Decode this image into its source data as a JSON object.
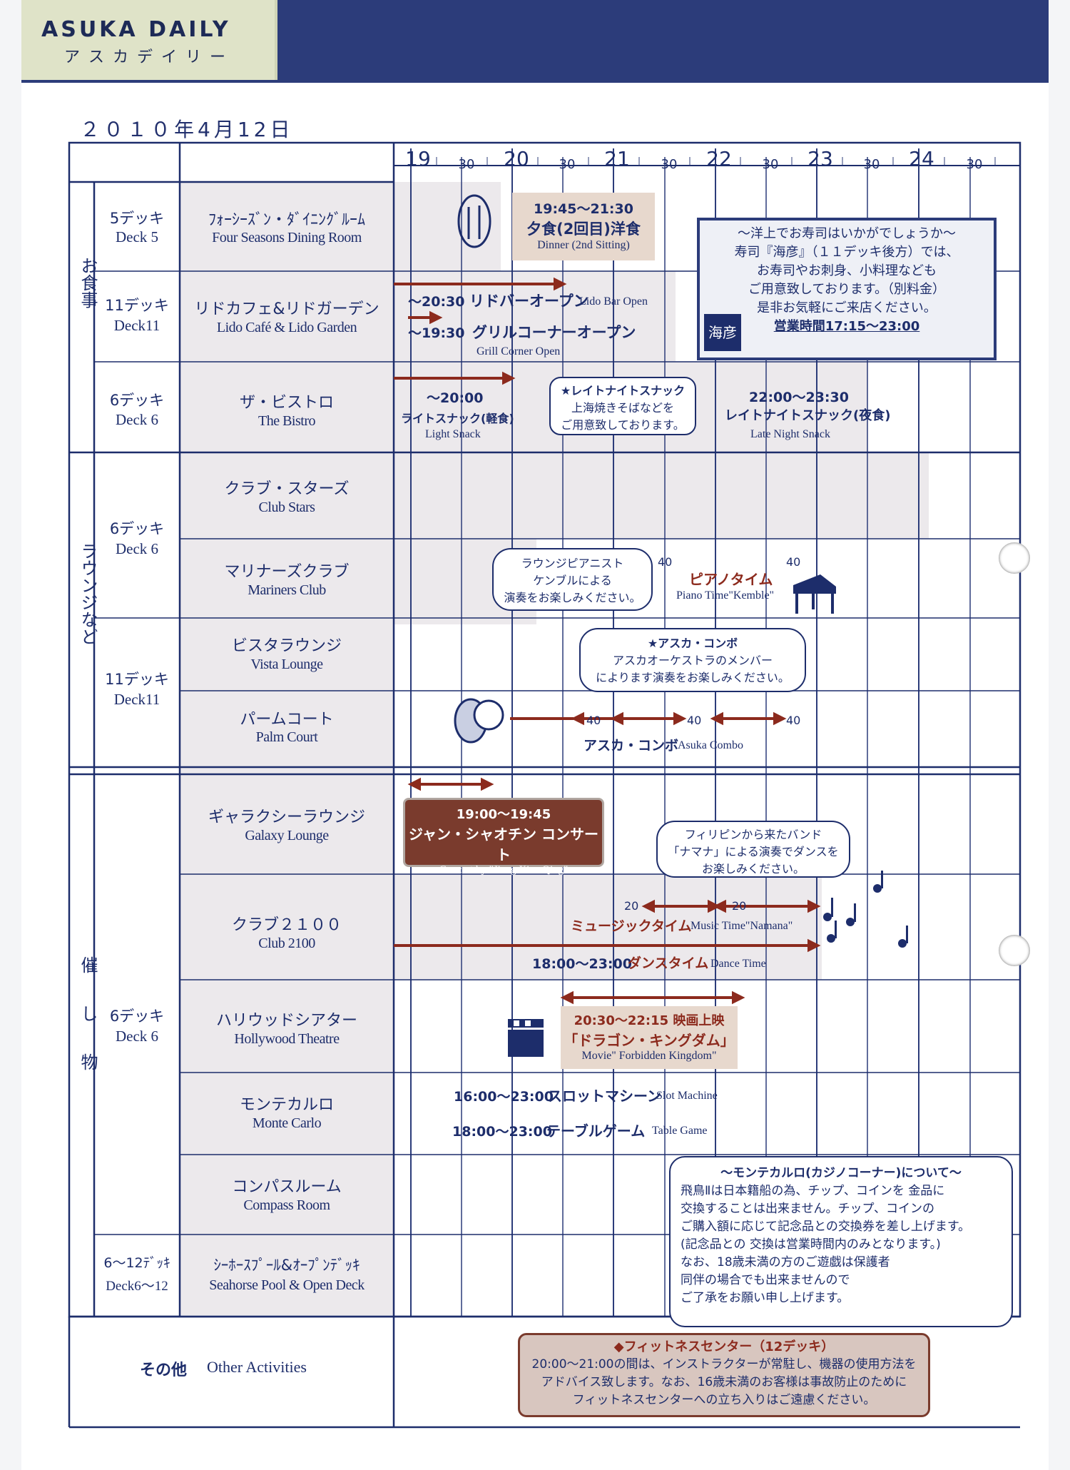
{
  "header": {
    "logo_en": "ASUKA DAILY",
    "logo_jp": "アスカデイリー"
  },
  "date": "２０１０年4月12日",
  "timeline": {
    "hours": [
      "19",
      "20",
      "21",
      "22",
      "23",
      "24"
    ],
    "half": "30"
  },
  "categories": {
    "dining": "お食事",
    "lounge": "ラウンジなど",
    "events": "催し物"
  },
  "decks": {
    "d5": {
      "jp": "5デッキ",
      "en": "Deck 5"
    },
    "d11a": {
      "jp": "11デッキ",
      "en": "Deck11"
    },
    "d6a": {
      "jp": "6デッキ",
      "en": "Deck 6"
    },
    "d6b": {
      "jp": "6デッキ",
      "en": "Deck 6"
    },
    "d11b": {
      "jp": "11デッキ",
      "en": "Deck11"
    },
    "d6c": {
      "jp": "6デッキ",
      "en": "Deck 6"
    },
    "d612": {
      "jp": "6〜12ﾃﾞｯｷ",
      "en": "Deck6〜12"
    }
  },
  "venues": {
    "four_seasons": {
      "jp": "ﾌｫｰｼｰｽﾞﾝ・ﾀﾞｲﾆﾝｸﾞﾙｰﾑ",
      "en": "Four Seasons Dining Room"
    },
    "lido": {
      "jp": "リドカフェ&リドガーデン",
      "en": "Lido Café & Lido Garden"
    },
    "bistro": {
      "jp": "ザ・ビストロ",
      "en": "The Bistro"
    },
    "club_stars": {
      "jp": "クラブ・スターズ",
      "en": "Club Stars"
    },
    "mariners": {
      "jp": "マリナーズクラブ",
      "en": "Mariners Club"
    },
    "vista": {
      "jp": "ビスタラウンジ",
      "en": "Vista Lounge"
    },
    "palm": {
      "jp": "パームコート",
      "en": "Palm Court"
    },
    "galaxy": {
      "jp": "ギャラクシーラウンジ",
      "en": "Galaxy Lounge"
    },
    "club2100": {
      "jp": "クラブ２１００",
      "en": "Club 2100"
    },
    "hollywood": {
      "jp": "ハリウッドシアター",
      "en": "Hollywood Theatre"
    },
    "monte": {
      "jp": "モンテカルロ",
      "en": "Monte Carlo"
    },
    "compass": {
      "jp": "コンパスルーム",
      "en": "Compass Room"
    },
    "seahorse": {
      "jp": "ｼｰﾎｰｽﾌﾟｰﾙ&ｵｰﾌﾟﾝﾃﾞｯｷ",
      "en": "Seahorse Pool & Open Deck"
    },
    "other_jp": "その他",
    "other_en": "Other Activities"
  },
  "events": {
    "dinner_time": "19:45〜21:30",
    "dinner_jp": "夕食(2回目)洋食",
    "dinner_en": "Dinner (2nd Sitting)",
    "lido_bar_time": "〜20:30",
    "lido_bar_jp": "リドバーオープン",
    "lido_bar_en": "Lido Bar Open",
    "grill_time": "〜19:30",
    "grill_jp": "グリルコーナーオープン",
    "grill_en": "Grill Corner Open",
    "light_time": "〜20:00",
    "light_jp": "ライトスナック(軽食)",
    "light_en": "Light Snack",
    "late_bubble_1": "★レイトナイトスナック",
    "late_bubble_2": "上海焼きそばなどを",
    "late_bubble_3": "ご用意致しております。",
    "late_time": "22:00〜23:30",
    "late_jp": "レイトナイトスナック(夜食)",
    "late_en": "Late Night Snack",
    "pianist_bubble_1": "ラウンジピアニスト",
    "pianist_bubble_2": "ケンブルによる",
    "pianist_bubble_3": "演奏をお楽しみください。",
    "piano_40": "40",
    "piano_jp": "ピアノタイム",
    "piano_en": "Piano Time\"Kemble\"",
    "combo_bubble_1": "★アスカ・コンボ",
    "combo_bubble_2": "アスカオーケストラのメンバー",
    "combo_bubble_3": "によります演奏をお楽しみください。",
    "combo_jp": "アスカ・コンボ",
    "combo_en": "Asuka Combo",
    "concert_time": "19:00〜19:45",
    "concert_jp": "ジャン・シャオチン コンサート",
    "concert_en": "Concert by \"Jiang Xiao Qing\"",
    "band_bubble_1": "フィリピンから来たバンド",
    "band_bubble_2": "「ナマナ」による演奏でダンスを",
    "band_bubble_3": "お楽しみください。",
    "music_20": "20",
    "music_jp": "ミュージックタイム",
    "music_en": "Music Time\"Namana\"",
    "dance_time": "18:00〜23:00",
    "dance_jp": "ダンスタイム",
    "dance_en": "Dance Time",
    "movie_time": "20:30〜22:15 映画上映",
    "movie_jp": "「ドラゴン・キングダム」",
    "movie_en": "Movie\" Forbidden Kingdom\"",
    "slot_time": "16:00〜23:00",
    "slot_jp": "スロットマシーン",
    "slot_en": "Slot Machine",
    "table_time": "18:00〜23:00",
    "table_jp": "テーブルゲーム",
    "table_en": "Table Game"
  },
  "sushi": {
    "line1": "〜洋上でお寿司はいかがでしょうか〜",
    "line2": "寿司『海彦』（１１デッキ後方）では、",
    "line3": "お寿司やお刺身、小料理なども",
    "line4": "ご用意致しております。（別料金）",
    "line5": "是非お気軽にご来店ください。",
    "hours": "営業時間17:15〜23:00",
    "logo": "海彦"
  },
  "casino": {
    "title": "〜モンテカルロ(カジノコーナー)について〜",
    "l1": "飛鳥Ⅱは日本籍船の為、チップ、コインを 金品に",
    "l2": "交換することは出来ません。チップ、コインの",
    "l3": "ご購入額に応じて記念品との交換券を差し上げます。",
    "l4": "(記念品との 交換は営業時間内のみとなります。)",
    "l5": "なお、18歳未満の方のご遊戯は保護者",
    "l6": "同伴の場合でも出来ませんので",
    "l7": "ご了承をお願い申し上げます。"
  },
  "fitness": {
    "title": "◆フィットネスセンター（12デッキ）",
    "l1": "20:00〜21:00の間は、インストラクターが常駐し、機器の使用方法を",
    "l2": "アドバイス致します。なお、16歳未満のお客様は事故防止のために",
    "l3": "フィットネスセンターへの立ち入りはご遠慮ください。"
  },
  "colors": {
    "navy": "#1d2d6b",
    "brown": "#7a3b2d",
    "shade": "#ece9ec"
  }
}
